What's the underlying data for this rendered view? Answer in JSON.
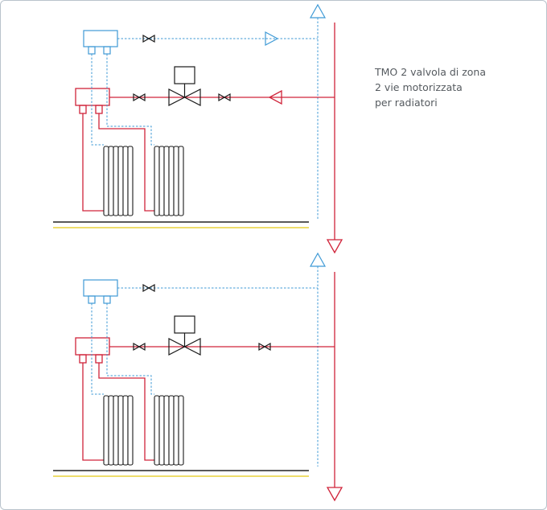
{
  "caption": {
    "lines": [
      "TMO 2 valvola di zona",
      "2 vie motorizzata",
      "per radiatori"
    ]
  },
  "colors": {
    "supply": "#d0243a",
    "return": "#3f9ad6",
    "component": "#1a1a1a",
    "floor_finish": "#e8d23a",
    "text": "#555a5f"
  },
  "floors": [
    {
      "name": "upper-floor",
      "has_return_arrow": true,
      "has_supply_arrow": true
    },
    {
      "name": "lower-floor",
      "has_return_arrow": false,
      "has_supply_arrow": false
    }
  ]
}
